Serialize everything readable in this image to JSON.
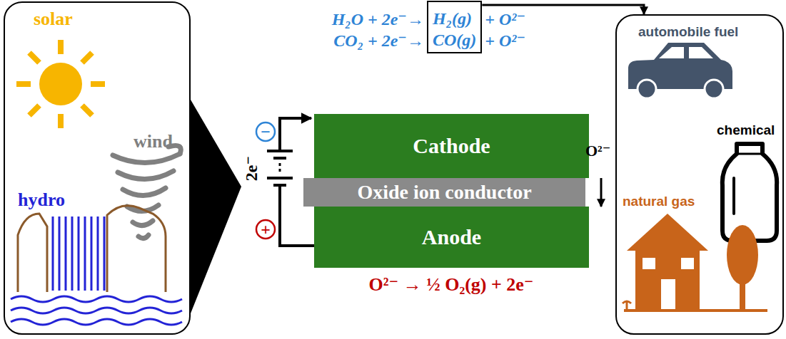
{
  "diagram": {
    "nodes": [
      {
        "text": [
          "solar",
          "wind",
          "hydro"
        ]
      },
      {
        "text": [
          "Cathode"
        ]
      },
      {
        "text": [
          "Oxide ion conductor"
        ]
      },
      {
        "text": [
          "Anode"
        ]
      },
      {
        "text": [
          "H₂(g)",
          "CO(g)"
        ]
      },
      {
        "text": [
          "automobile fuel",
          "chemical",
          "natural gas"
        ]
      }
    ],
    "edges": [
      {
        "from": 4,
        "to": 5,
        "arrow": "to"
      }
    ],
    "labels": [
      "H₂O + 2e⁻→",
      "+ O²⁻",
      "CO₂ + 2e⁻→",
      "+ O²⁻",
      "2e⁻",
      "−",
      "+",
      "O²⁻",
      "O²⁻ → ½ O₂(g) + 2e⁻"
    ]
  }
}
